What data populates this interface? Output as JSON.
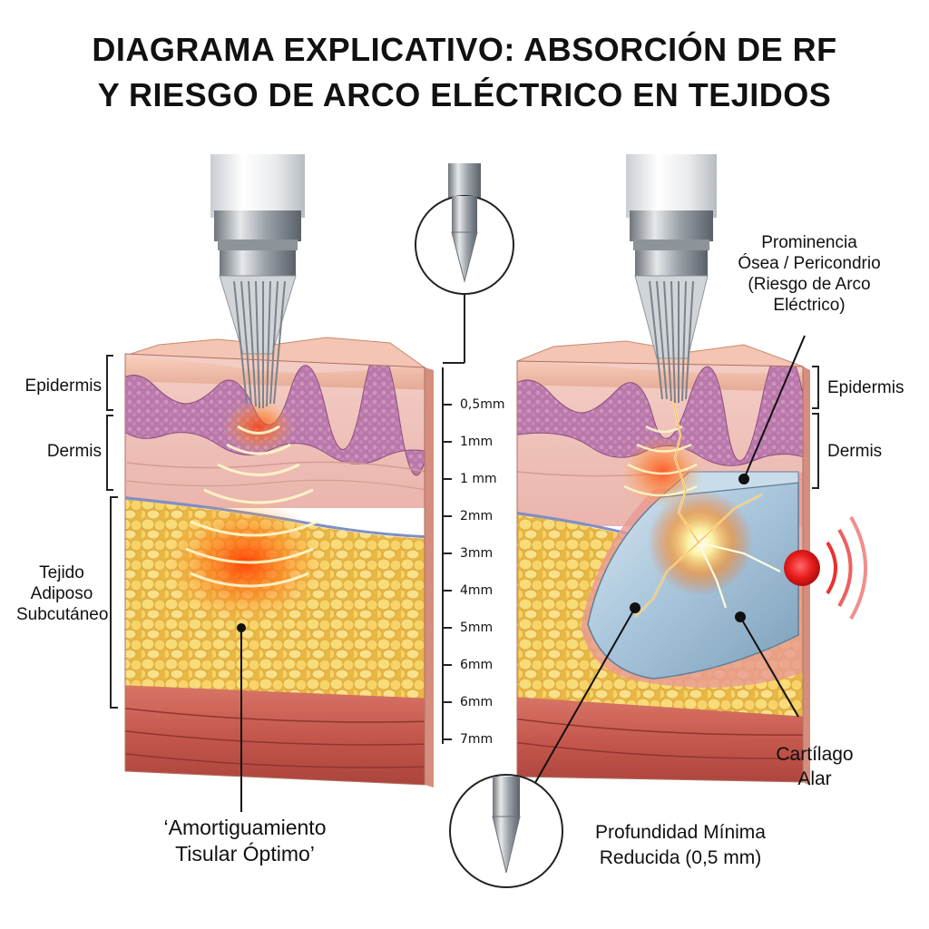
{
  "title": {
    "line1": "DIAGRAMA EXPLICATIVO: ABSORCIÓN DE RF",
    "line2": "Y RIESGO DE ARCO ELÉCTRICO EN TEJIDOS"
  },
  "left_panel": {
    "layer_labels": {
      "epidermis": "Epidermis",
      "dermis": "Dermis",
      "fat_line1": "Tejido",
      "fat_line2": "Adiposo",
      "fat_line3": "Subcutáneo"
    },
    "callout_line1": "‘Amortiguamiento",
    "callout_line2": "Tisular Óptimo’"
  },
  "scale": {
    "ticks": [
      "0,5mm",
      "1mm",
      "1 mm",
      "2mm",
      "3mm",
      "4mm",
      "5mm",
      "6mm",
      "6mm",
      "7mm"
    ]
  },
  "right_panel": {
    "layer_labels": {
      "epidermis": "Epidermis",
      "dermis": "Dermis"
    },
    "risk_line1": "Prominencia",
    "risk_line2": "Ósea / Pericondrio",
    "risk_line3": "(Riesgo de Arco",
    "risk_line4": "Eléctrico)",
    "cartilage_line1": "Cartílago",
    "cartilage_line2": "Alar",
    "depth_line1": "Profundidad Mínima",
    "depth_line2": "Reducida (0,5 mm)"
  },
  "colors": {
    "epidermis": "#e9b8a6",
    "dermis_purple": "#b77aa8",
    "dermis_pink": "#f1c4be",
    "fat": "#f4cf5a",
    "muscle": "#c65a4f",
    "heat": "#ff6a1a",
    "cartilage": "#9fbfd6",
    "danger": "#e81c1c"
  }
}
